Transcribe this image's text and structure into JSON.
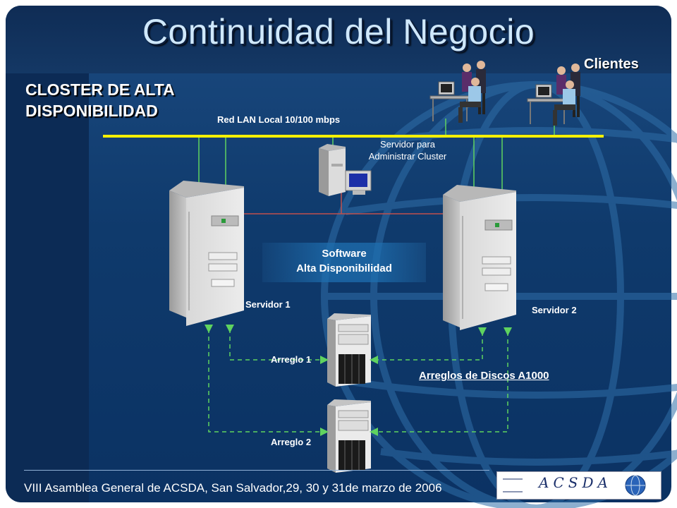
{
  "slide": {
    "title": "Continuidad del Negocio",
    "subtitle_line1": "CLOSTER DE ALTA",
    "subtitle_line2": "DISPONIBILIDAD",
    "footer": "VIII Asamblea General de ACSDA, San Salvador,29, 30 y 31de marzo de 2006",
    "logo_text": "ACSDA"
  },
  "labels": {
    "clientes": "Clientes",
    "lan": "Red LAN Local 10/100 mbps",
    "admin_server_line1": "Servidor para",
    "admin_server_line2": "Administrar Cluster",
    "software_line1": "Software",
    "software_line2": "Alta Disponibilidad",
    "server1": "Servidor 1",
    "server2": "Servidor 2",
    "array1": "Arreglo 1",
    "array2": "Arreglo 2",
    "disk_arrays": "Arreglos de Discos A1000"
  },
  "colors": {
    "lan_line": "#f5f000",
    "connector_green": "#5fd35f",
    "heartbeat_red": "#c0504d",
    "accent_title": "#cfe8fb"
  }
}
